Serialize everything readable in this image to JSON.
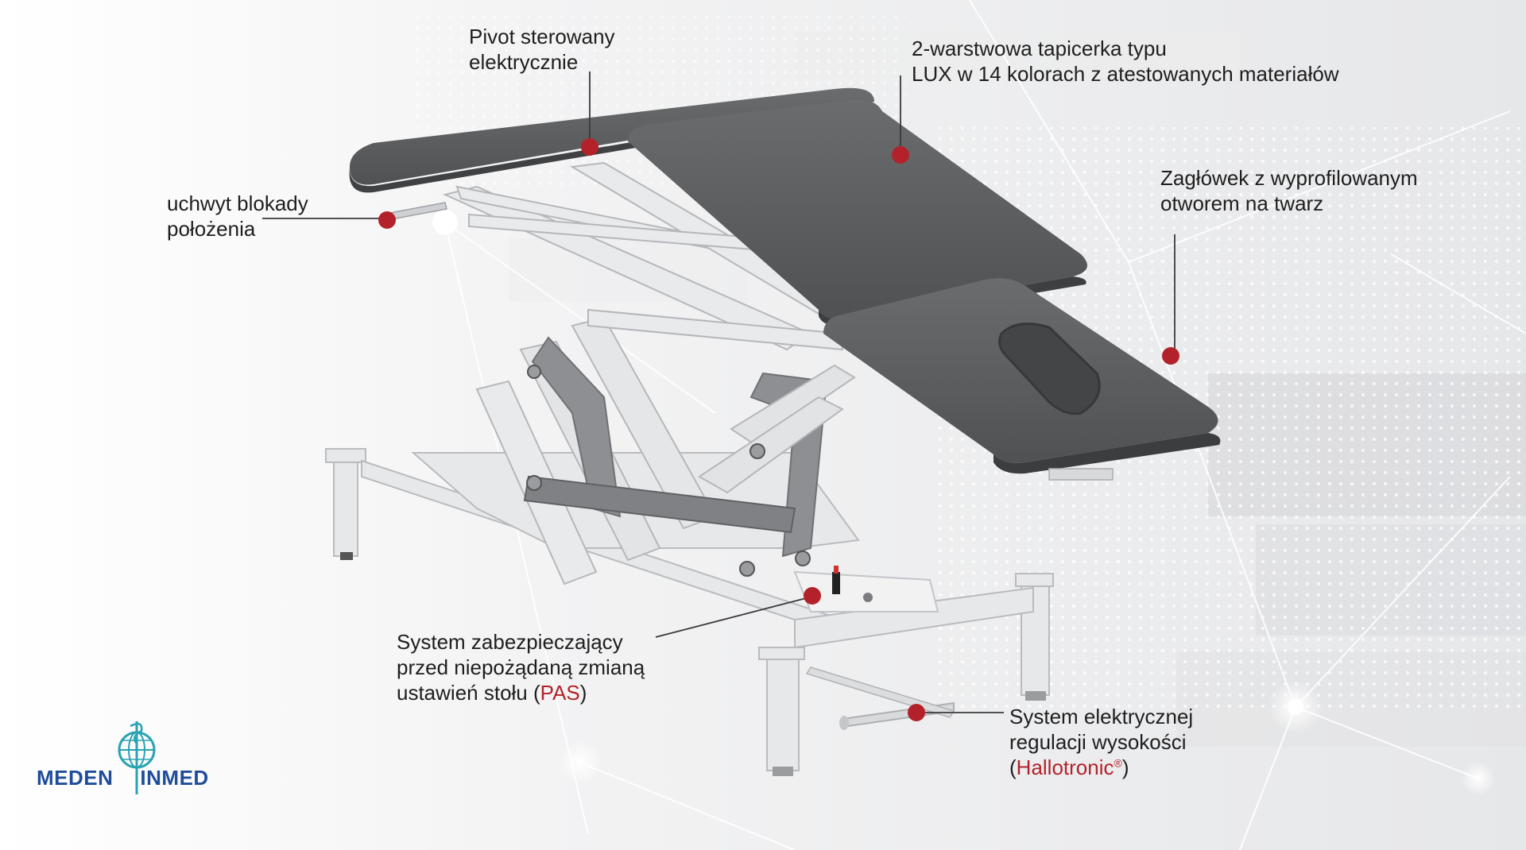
{
  "colors": {
    "accent": "#b3222a",
    "upholstery": "#5e6062",
    "frame": "#e4e5e7",
    "logo_blue": "#1f4d9a",
    "logo_teal": "#2aa3b2"
  },
  "labels": {
    "pivot": {
      "line1": "Pivot sterowany",
      "line2": "elektrycznie"
    },
    "upholstery": {
      "line1": "2-warstwowa tapicerka typu",
      "line2": "LUX w 14 kolorach z atestowanych materiałów"
    },
    "lock": {
      "line1": "uchwyt blokady",
      "line2": "położenia"
    },
    "headrest": {
      "line1": "Zagłówek z wyprofilowanym",
      "line2": "otworem na twarz"
    },
    "pas": {
      "line1": "System zabezpieczający",
      "line2": "przed niepożądaną zmianą",
      "line3_prefix": "ustawień stołu (",
      "line3_accent": "PAS",
      "line3_suffix": ")"
    },
    "hallotronic": {
      "line1": "System elektrycznej",
      "line2": "regulacji wysokości",
      "line3_prefix": "(",
      "line3_accent": "Hallotronic",
      "line3_reg": "®",
      "line3_suffix": ")"
    }
  },
  "logo": {
    "left": "MEDEN",
    "right": "INMED",
    "icon": "caduceus-globe-icon"
  }
}
